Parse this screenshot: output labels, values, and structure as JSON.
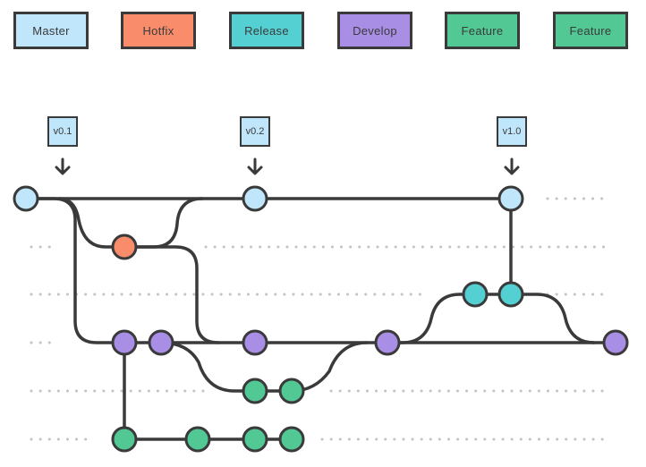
{
  "legend": [
    {
      "label": "Master",
      "color": "#bfe6fb"
    },
    {
      "label": "Hotfix",
      "color": "#f98c6b"
    },
    {
      "label": "Release",
      "color": "#55d0d2"
    },
    {
      "label": "Develop",
      "color": "#a98ee6"
    },
    {
      "label": "Feature",
      "color": "#52c894"
    },
    {
      "label": "Feature",
      "color": "#52c894"
    }
  ],
  "tags": [
    {
      "label": "v0.1"
    },
    {
      "label": "v0.2"
    },
    {
      "label": "v1.0"
    }
  ],
  "colors": {
    "line": "#3a3a3a",
    "dots": "#c4c4c4",
    "master": "#bfe6fb",
    "hotfix": "#f98c6b",
    "release": "#55d0d2",
    "develop": "#a98ee6",
    "feature": "#52c894"
  }
}
